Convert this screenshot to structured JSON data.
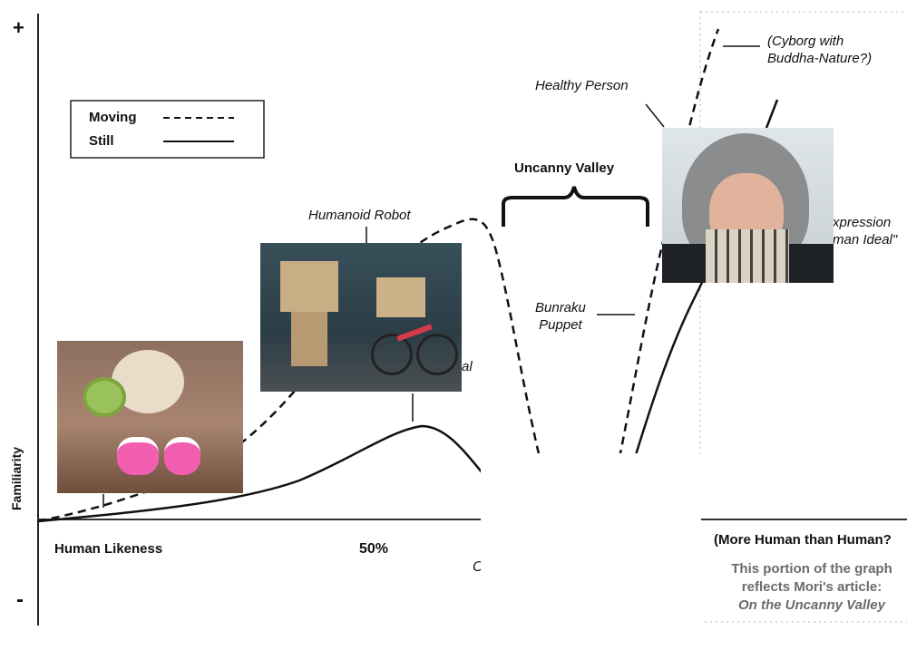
{
  "axis": {
    "plus": "+",
    "minus": "-",
    "y_label": "Familiarity",
    "x_label": "Human Likeness",
    "x_mid": "50%",
    "x_partial": "C"
  },
  "legend": {
    "moving": "Moving",
    "still": "Still"
  },
  "labels": {
    "humanoid_robot": "Humanoid Robot",
    "partial_ideal": "al",
    "uncanny_valley": "Uncanny Valley",
    "bunraku": "Bunraku\nPuppet",
    "healthy_person": "Healthy Person",
    "cyborg": "(Cyborg with\nBuddha-Nature?)",
    "expression": "xpression\nman Ideal\""
  },
  "mori_box": {
    "heading": "(More Human than Human?",
    "line1": "This portion of the graph",
    "line2": "reflects Mori's article:",
    "line3": "On the Uncanny Valley"
  },
  "colors": {
    "line": "#111111",
    "gray_text": "#6b6b6b",
    "dotted": "#b0b0b0"
  }
}
